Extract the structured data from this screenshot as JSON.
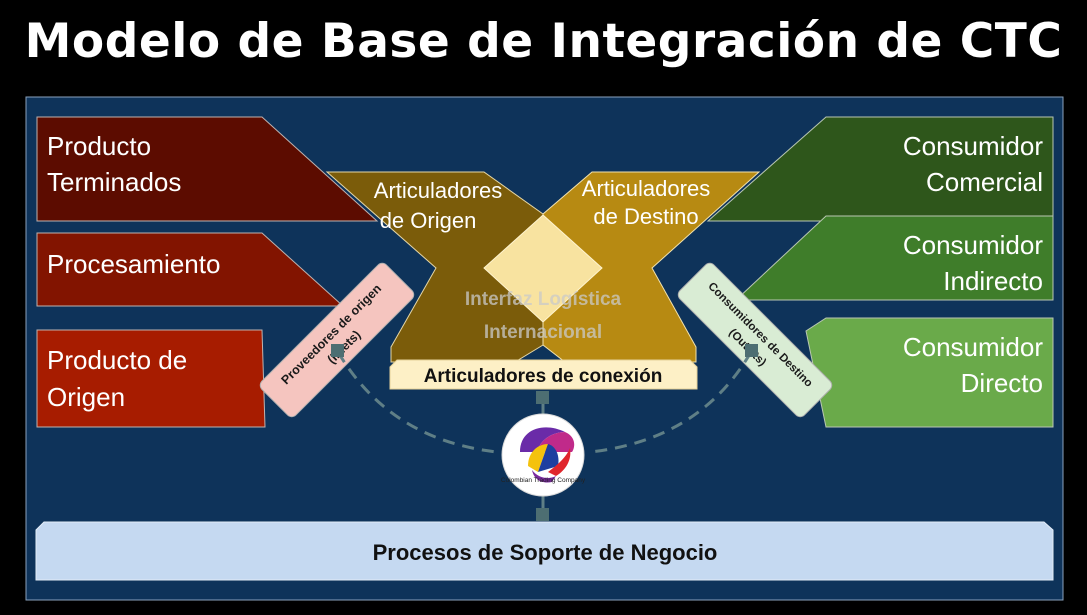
{
  "title": "Modelo de Base de Integración de CTC",
  "colors": {
    "panel": "#0e335a",
    "left": [
      "#5c0c00",
      "#821400",
      "#a71c00"
    ],
    "right": [
      "#2e561b",
      "#3f7d2a",
      "#6aaa4a"
    ],
    "articuladores_origen": "#7b5c0a",
    "articuladores_destino": "#b78a12",
    "center_diamond": "#f8e3a0",
    "support": "#c5d9f1"
  },
  "left": {
    "producto_terminados": [
      "Producto",
      "Terminados"
    ],
    "procesamiento": "Procesamiento",
    "producto_origen": [
      "Producto de",
      "Origen"
    ]
  },
  "right": {
    "consumidor_comercial": [
      "Consumidor",
      "Comercial"
    ],
    "consumidor_indirecto": [
      "Consumidor",
      "Indirecto"
    ],
    "consumidor_directo": [
      "Consumidor",
      "Directo"
    ]
  },
  "center": {
    "articuladores_origen": [
      "Articuladores",
      "de Origen"
    ],
    "articuladores_destino": [
      "Articuladores",
      "de Destino"
    ],
    "interfaz": [
      "Interfaz Logística",
      "Internacional"
    ],
    "conexion": "Articuladores de conexión"
  },
  "badges": {
    "proveedores": [
      "Proveedores de origen",
      "(Inlets)"
    ],
    "consumidores": [
      "Consumidores de Destino",
      "(Outlets)"
    ]
  },
  "logo": {
    "company": "Colombian Trading Company"
  },
  "support": "Procesos de Soporte de Negocio"
}
